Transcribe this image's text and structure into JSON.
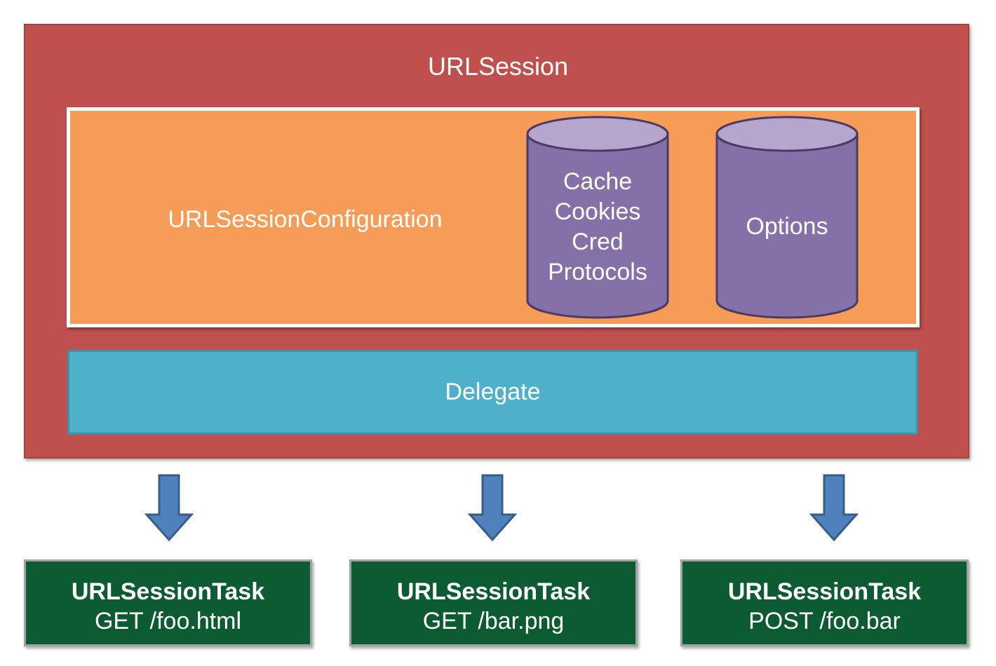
{
  "session": {
    "title": "URLSession",
    "color": "#c0504d"
  },
  "configuration": {
    "label": "URLSessionConfiguration",
    "color": "#f79c56"
  },
  "stores": [
    {
      "lines": [
        "Cache",
        "Cookies",
        "Cred",
        "Protocols"
      ]
    },
    {
      "lines": [
        "Options"
      ]
    }
  ],
  "delegate": {
    "label": "Delegate",
    "color": "#4fb1c9"
  },
  "tasks": [
    {
      "title": "URLSessionTask",
      "request": "GET /foo.html"
    },
    {
      "title": "URLSessionTask",
      "request": "GET /bar.png"
    },
    {
      "title": "URLSessionTask",
      "request": "POST /foo.bar"
    }
  ],
  "colors": {
    "cylinder": "#8570a8",
    "task": "#0c5b32",
    "arrow": "#4f81bd"
  }
}
